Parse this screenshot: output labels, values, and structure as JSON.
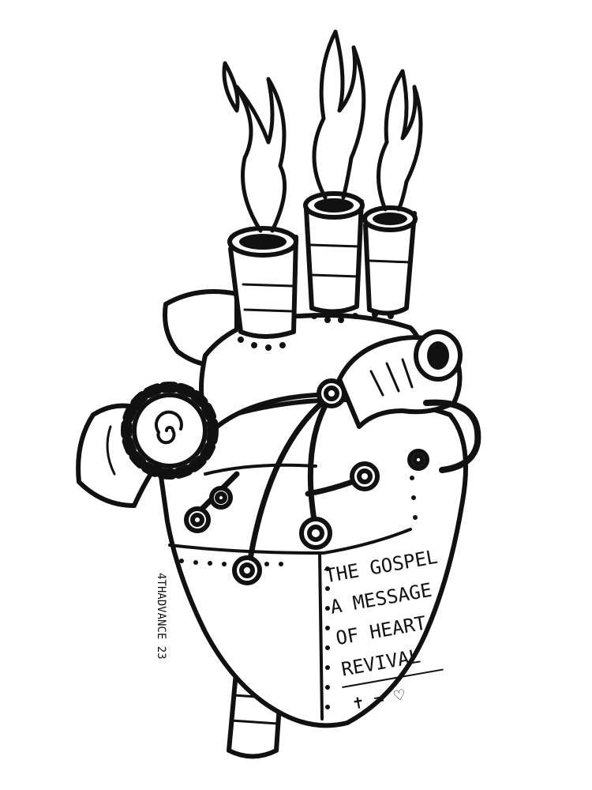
{
  "illustration": {
    "plaque_lines": [
      "THE GOSPEL",
      "A MESSAGE",
      "OF HEART",
      "REVIVAL"
    ],
    "equation": "✝ = ♡",
    "signature": "4THADVANCE 23",
    "colors": {
      "ink": "#111111",
      "paper": "#ffffff"
    }
  }
}
